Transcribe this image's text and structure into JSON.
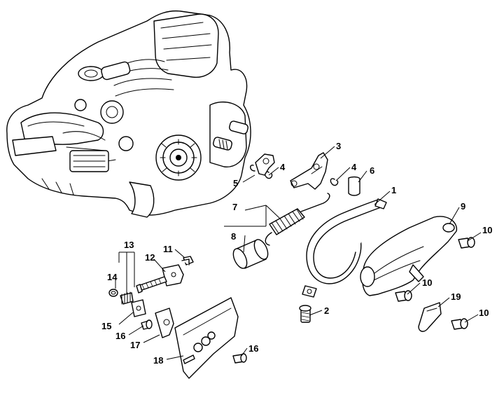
{
  "callouts": {
    "c1": "1",
    "c2": "2",
    "c3": "3",
    "c4a": "4",
    "c4b": "4",
    "c5": "5",
    "c6": "6",
    "c7": "7",
    "c8": "8",
    "c9": "9",
    "c10a": "10",
    "c10b": "10",
    "c10c": "10",
    "c11": "11",
    "c12": "12",
    "c13": "13",
    "c14": "14",
    "c15": "15",
    "c16a": "16",
    "c16b": "16",
    "c17": "17",
    "c18": "18",
    "c19": "19"
  }
}
